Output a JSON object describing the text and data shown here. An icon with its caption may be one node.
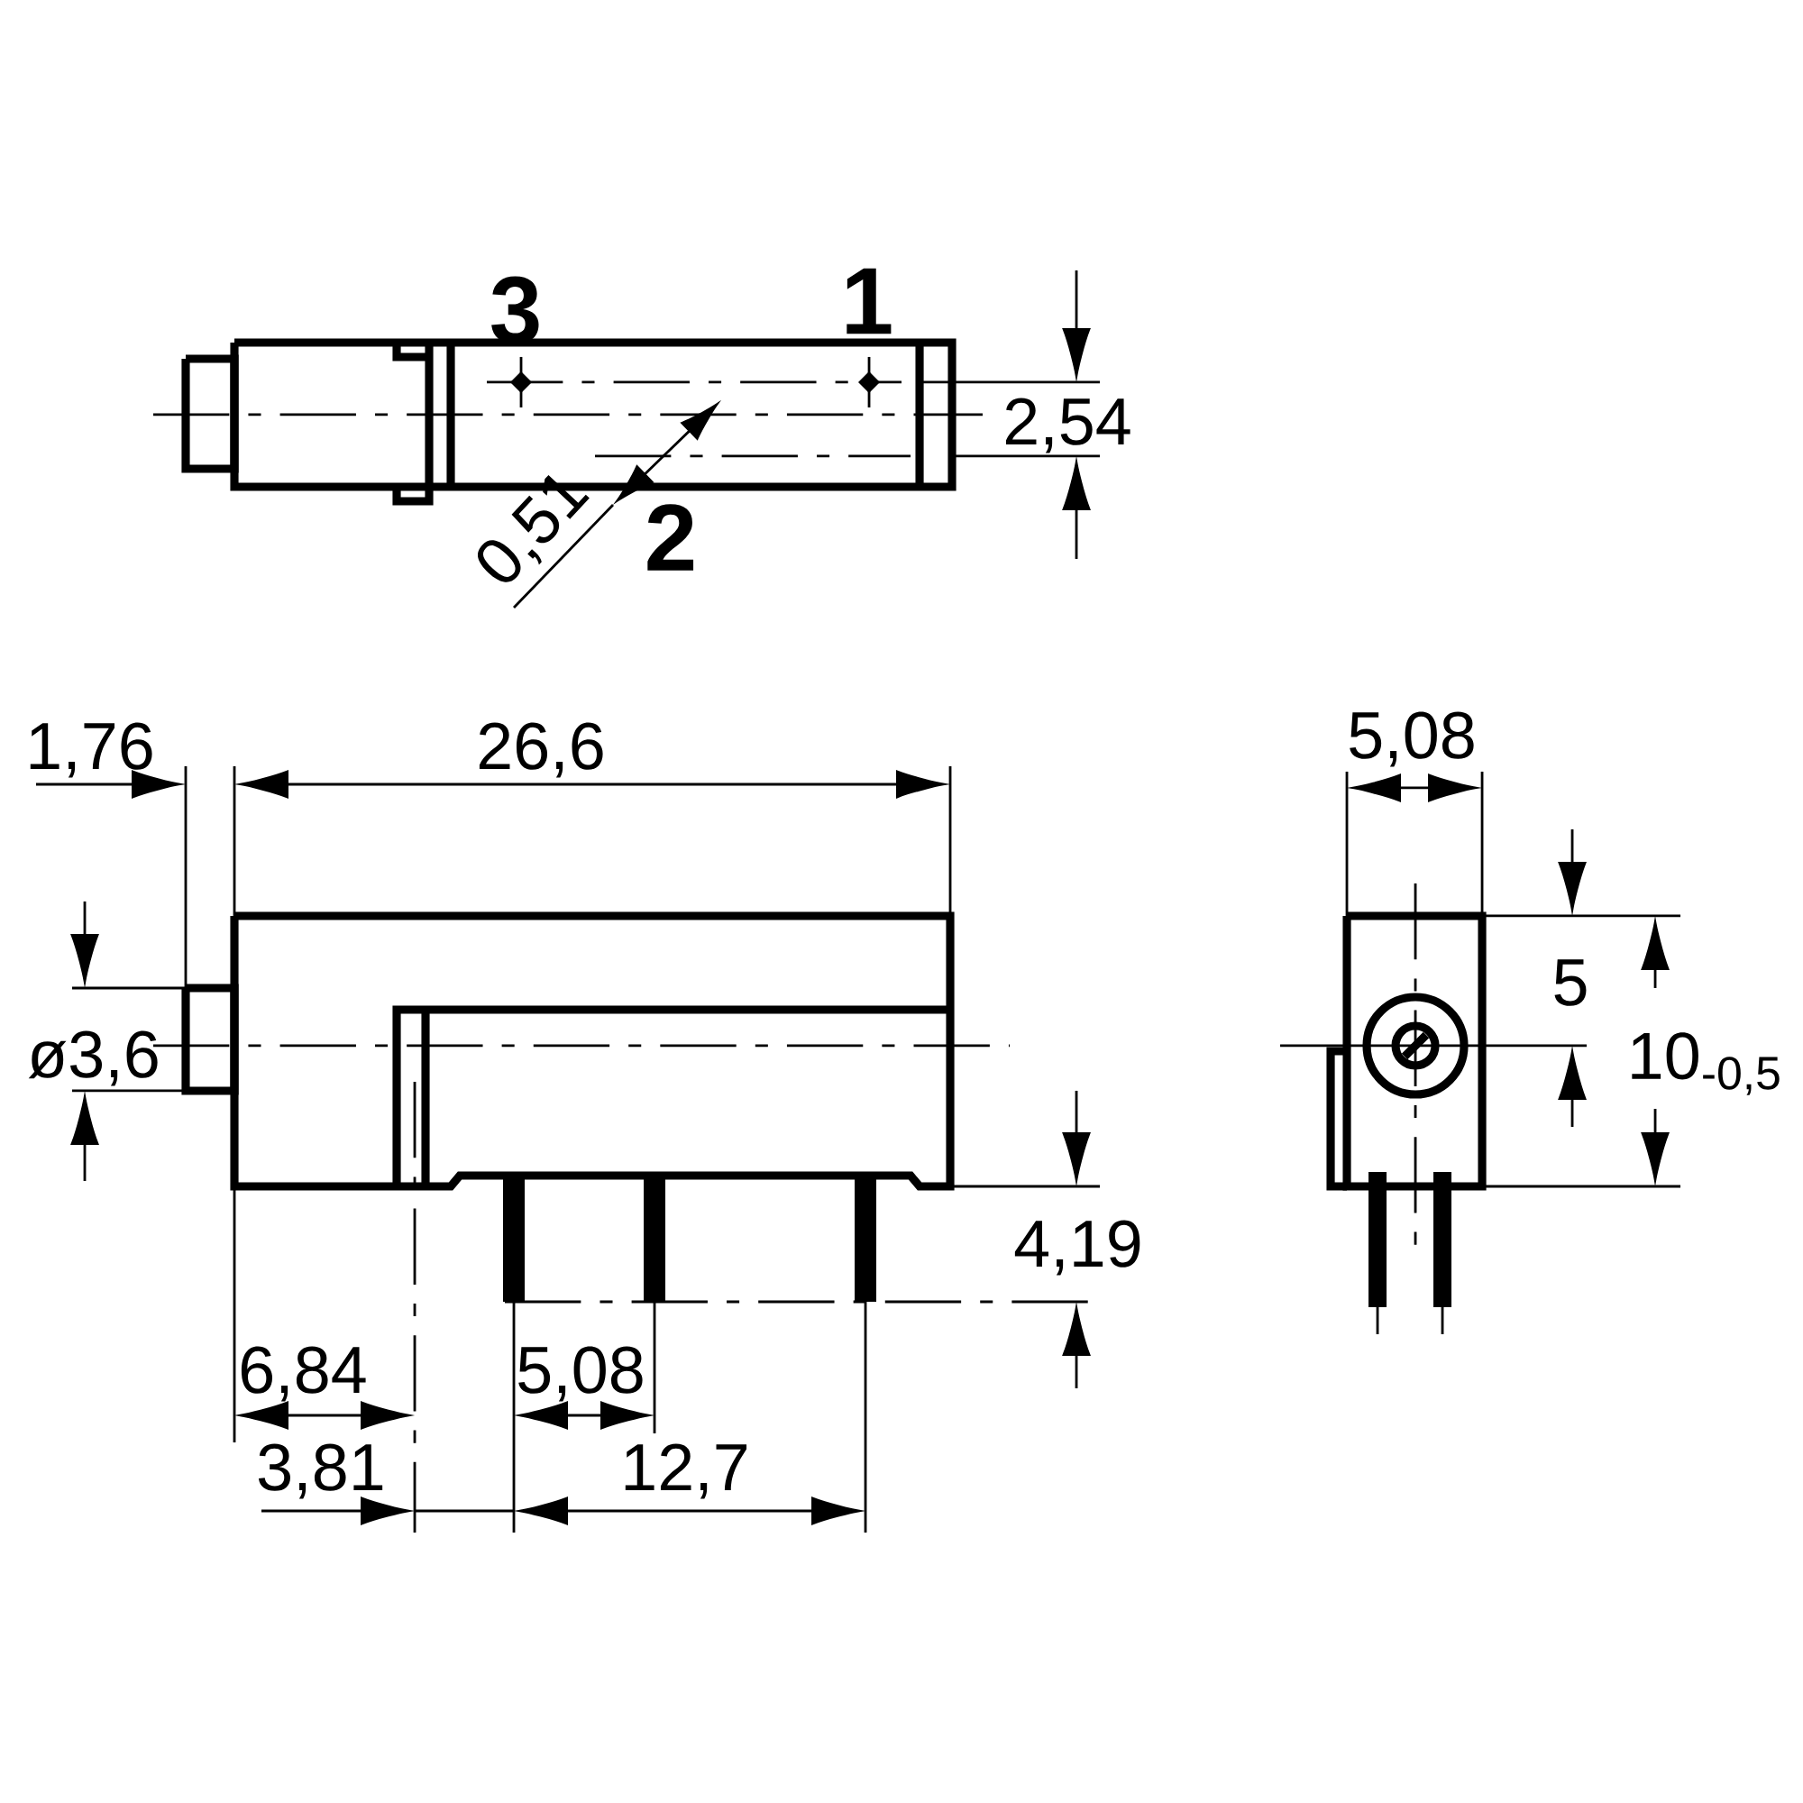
{
  "diagram": {
    "labels": [
      "3",
      "1",
      "2",
      "0,51",
      "2,54",
      "1,76",
      "26,6",
      "ø3,6",
      "6,84",
      "3,81",
      "5,08",
      "12,7",
      "4,19",
      "5,08",
      "5",
      "10$_{-0,5}$"
    ]
  }
}
